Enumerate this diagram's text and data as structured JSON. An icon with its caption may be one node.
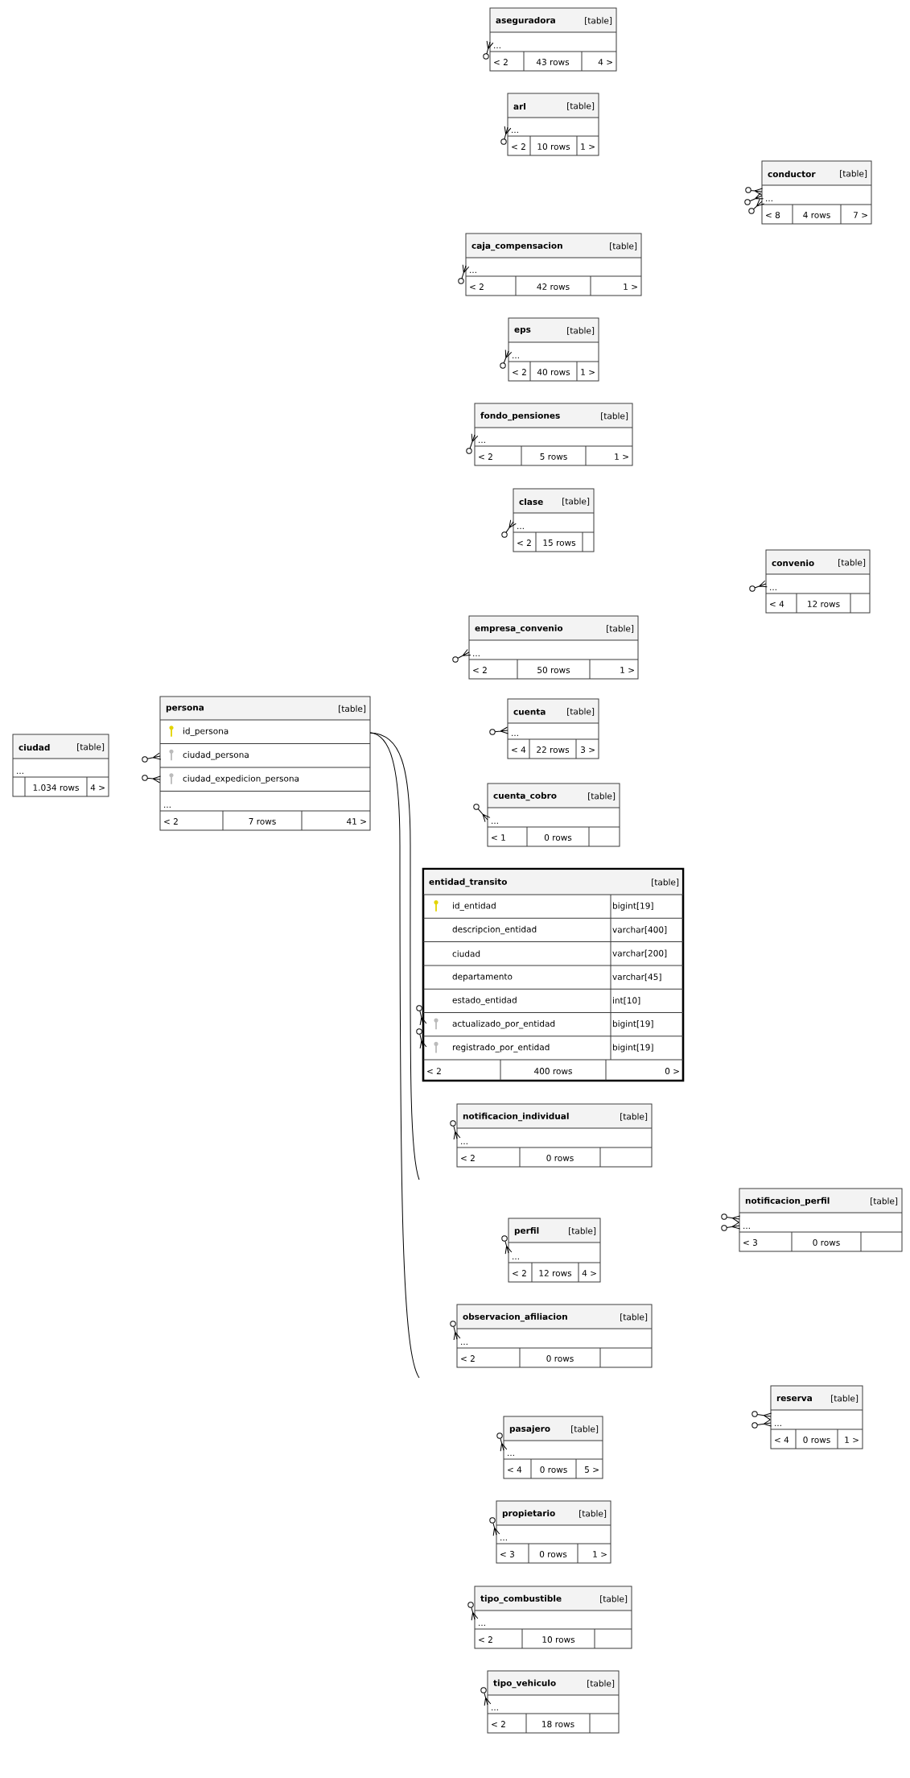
{
  "diagram": {
    "nodes": [
      {
        "text": [
          "aseguradora",
          "[table]",
          "...",
          "< 2",
          "43 rows",
          "4 >"
        ]
      },
      {
        "text": [
          "arl",
          "[table]",
          "...",
          "< 2",
          "10 rows",
          "1 >"
        ]
      },
      {
        "text": [
          "conductor",
          "[table]",
          "...",
          "< 8",
          "4 rows",
          "7 >"
        ]
      },
      {
        "text": [
          "caja_compensacion",
          "[table]",
          "...",
          "< 2",
          "42 rows",
          "1 >"
        ]
      },
      {
        "text": [
          "eps",
          "[table]",
          "...",
          "< 2",
          "40 rows",
          "1 >"
        ]
      },
      {
        "text": [
          "fondo_pensiones",
          "[table]",
          "...",
          "< 2",
          "5 rows",
          "1 >"
        ]
      },
      {
        "text": [
          "clase",
          "[table]",
          "...",
          "< 2",
          "15 rows"
        ]
      },
      {
        "text": [
          "convenio",
          "[table]",
          "...",
          "< 4",
          "12 rows"
        ]
      },
      {
        "text": [
          "empresa_convenio",
          "[table]",
          "...",
          "< 2",
          "50 rows",
          "1 >"
        ]
      },
      {
        "text": [
          "persona",
          "[table]",
          "id_persona",
          "ciudad_persona",
          "ciudad_expedicion_persona",
          "...",
          "< 2",
          "7 rows",
          "41 >"
        ]
      },
      {
        "text": [
          "cuenta",
          "[table]",
          "...",
          "< 4",
          "22 rows",
          "3 >"
        ]
      },
      {
        "text": [
          "ciudad",
          "[table]",
          "...",
          "1.034 rows",
          "4 >"
        ]
      },
      {
        "text": [
          "cuenta_cobro",
          "[table]",
          "...",
          "< 1",
          "0 rows"
        ]
      },
      {
        "text": [
          "entidad_transito",
          "[table]",
          "id_entidad",
          "bigint[19]",
          "descripcion_entidad",
          "varchar[400]",
          "ciudad",
          "varchar[200]",
          "departamento",
          "varchar[45]",
          "estado_entidad",
          "int[10]",
          "actualizado_por_entidad",
          "bigint[19]",
          "registrado_por_entidad",
          "bigint[19]",
          "< 2",
          "400 rows",
          "0 >"
        ]
      },
      {
        "text": [
          "notificacion_individual",
          "[table]",
          "...",
          "< 2",
          "0 rows"
        ]
      },
      {
        "text": [
          "notificacion_perfil",
          "[table]",
          "...",
          "< 3",
          "0 rows"
        ]
      },
      {
        "text": [
          "perfil",
          "[table]",
          "...",
          "< 2",
          "12 rows",
          "4 >"
        ]
      },
      {
        "text": [
          "observacion_afiliacion",
          "[table]",
          "...",
          "< 2",
          "0 rows"
        ]
      },
      {
        "text": [
          "reserva",
          "[table]",
          "...",
          "< 4",
          "0 rows",
          "1 >"
        ]
      },
      {
        "text": [
          "pasajero",
          "[table]",
          "...",
          "< 4",
          "0 rows",
          "5 >"
        ]
      },
      {
        "text": [
          "propietario",
          "[table]",
          "...",
          "< 3",
          "0 rows",
          "1 >"
        ]
      },
      {
        "text": [
          "tipo_combustible",
          "[table]",
          "...",
          "< 2",
          "10 rows"
        ]
      },
      {
        "text": [
          "tipo_vehiculo",
          "[table]",
          "...",
          "< 2",
          "18 rows"
        ]
      }
    ],
    "edges": [
      {
        "from": 9,
        "to": null,
        "arrow": "none"
      },
      {
        "from": 9,
        "to": null,
        "arrow": "none"
      }
    ]
  }
}
